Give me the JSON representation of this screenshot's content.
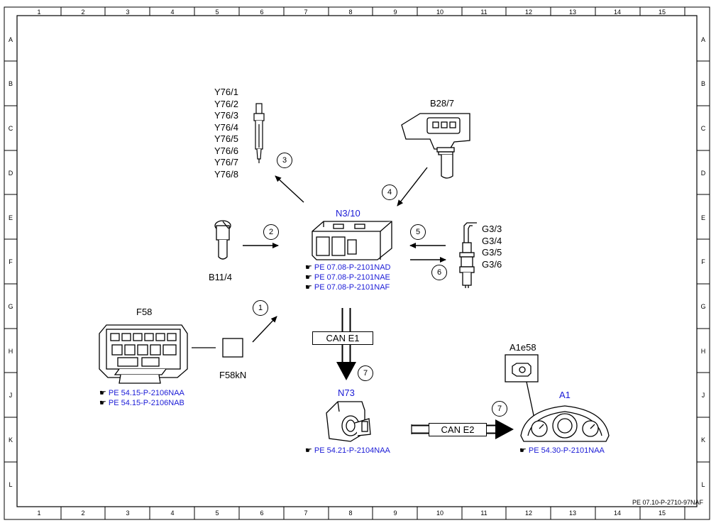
{
  "grid": {
    "columns": [
      "1",
      "2",
      "3",
      "4",
      "5",
      "6",
      "7",
      "8",
      "9",
      "10",
      "11",
      "12",
      "13",
      "14",
      "15"
    ],
    "rows": [
      "A",
      "B",
      "C",
      "D",
      "E",
      "F",
      "G",
      "H",
      "J",
      "K",
      "L"
    ]
  },
  "components": {
    "y76_list": [
      "Y76/1",
      "Y76/2",
      "Y76/3",
      "Y76/4",
      "Y76/5",
      "Y76/6",
      "Y76/7",
      "Y76/8"
    ],
    "b28_7": "B28/7",
    "n3_10": "N3/10",
    "b11_4": "B11/4",
    "g3_list": [
      "G3/3",
      "G3/4",
      "G3/5",
      "G3/6"
    ],
    "f58": "F58",
    "f58kn": "F58kN",
    "n73": "N73",
    "a1e58": "A1e58",
    "a1": "A1"
  },
  "refs": {
    "n3_10": [
      "PE 07.08-P-2101NAD",
      "PE 07.08-P-2101NAE",
      "PE 07.08-P-2101NAF"
    ],
    "f58": [
      "PE 54.15-P-2106NAA",
      "PE 54.15-P-2106NAB"
    ],
    "n73": [
      "PE 54.21-P-2104NAA"
    ],
    "a1": [
      "PE 54.30-P-2101NAA"
    ]
  },
  "signals": [
    "1",
    "2",
    "3",
    "4",
    "5",
    "6",
    "7",
    "7"
  ],
  "bus": {
    "can_e1": "CAN E1",
    "can_e2": "CAN E2"
  },
  "footer": "PE 07.10-P-2710-97NAF",
  "colors": {
    "link": "#1a1ad6",
    "line": "#000000"
  }
}
